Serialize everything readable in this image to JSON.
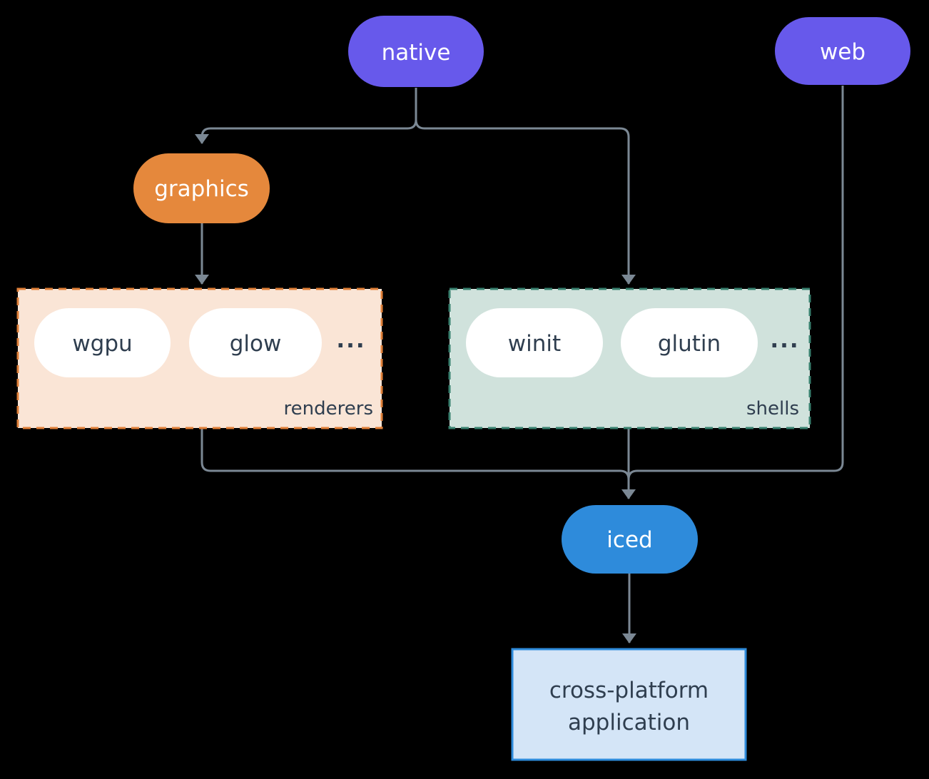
{
  "canvas": {
    "background": "#000000",
    "edge_color": "#7B8894"
  },
  "nodes": {
    "native": {
      "label": "native",
      "fill": "#6759EB",
      "text_color": "#FFFFFF"
    },
    "web": {
      "label": "web",
      "fill": "#6759EB",
      "text_color": "#FFFFFF"
    },
    "graphics": {
      "label": "graphics",
      "fill": "#E5883C",
      "text_color": "#FFFFFF"
    },
    "iced": {
      "label": "iced",
      "fill": "#2E8BDB",
      "text_color": "#FFFFFF"
    },
    "wgpu": {
      "label": "wgpu",
      "fill": "#FFFFFF",
      "text_color": "#2F3E4F"
    },
    "glow": {
      "label": "glow",
      "fill": "#FFFFFF",
      "text_color": "#2F3E4F"
    },
    "winit": {
      "label": "winit",
      "fill": "#FFFFFF",
      "text_color": "#2F3E4F"
    },
    "glutin": {
      "label": "glutin",
      "fill": "#FFFFFF",
      "text_color": "#2F3E4F"
    },
    "application": {
      "label_line1": "cross-platform",
      "label_line2": "application",
      "fill": "#D4E5F7",
      "border": "#2E8BDB",
      "text_color": "#2F3E4F"
    }
  },
  "groups": {
    "renderers": {
      "label": "renderers",
      "ellipsis": "...",
      "fill": "#FAE5D6",
      "border": "#E07F38",
      "text_color": "#2F3E4F"
    },
    "shells": {
      "label": "shells",
      "ellipsis": "...",
      "fill": "#D0E2DC",
      "border": "#39816F",
      "text_color": "#2F3E4F"
    }
  },
  "edges": [
    {
      "from": "native",
      "to": "graphics"
    },
    {
      "from": "native",
      "to": "shells"
    },
    {
      "from": "graphics",
      "to": "renderers"
    },
    {
      "from": "renderers",
      "to": "iced"
    },
    {
      "from": "shells",
      "to": "iced"
    },
    {
      "from": "web",
      "to": "iced"
    },
    {
      "from": "iced",
      "to": "application"
    }
  ]
}
